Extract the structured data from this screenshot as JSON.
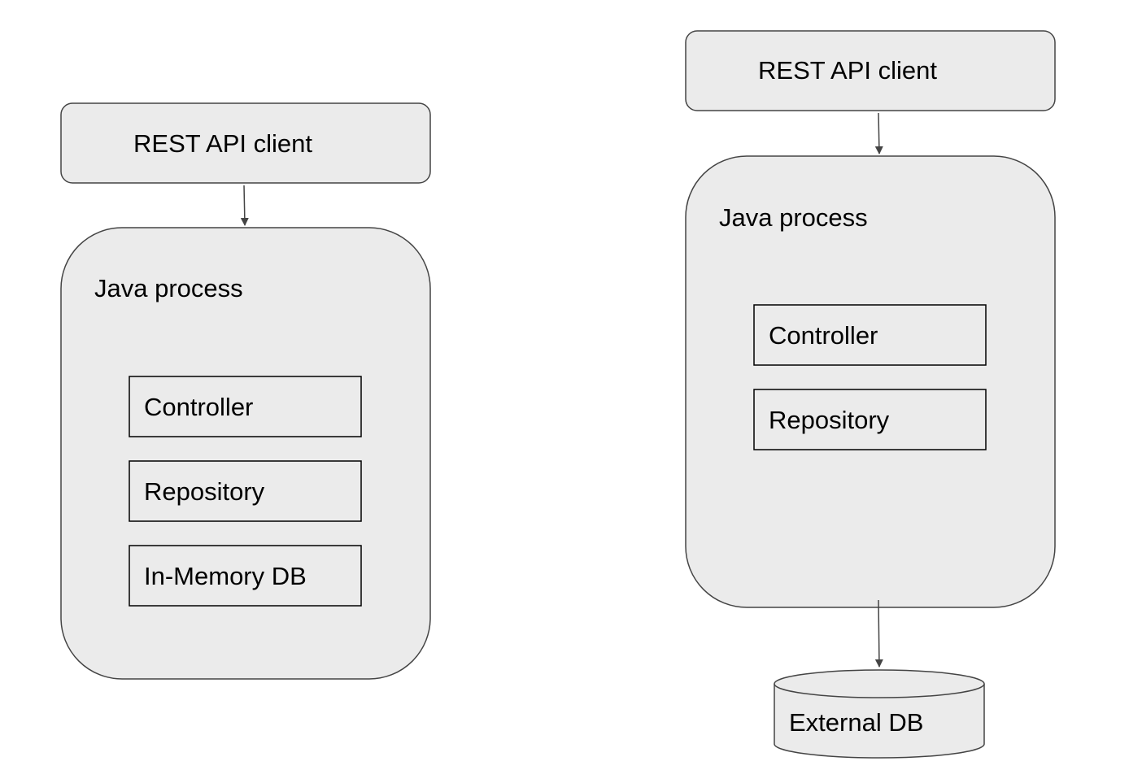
{
  "colors": {
    "fill": "#ebebeb",
    "stroke": "#000000",
    "arrow": "#444444",
    "text": "#000000"
  },
  "diagram_left": {
    "client_label": "REST API client",
    "process_label": "Java process",
    "components": [
      "Controller",
      "Repository",
      "In-Memory DB"
    ]
  },
  "diagram_right": {
    "client_label": "REST API client",
    "process_label": "Java process",
    "components": [
      "Controller",
      "Repository"
    ],
    "database_label": "External DB"
  }
}
